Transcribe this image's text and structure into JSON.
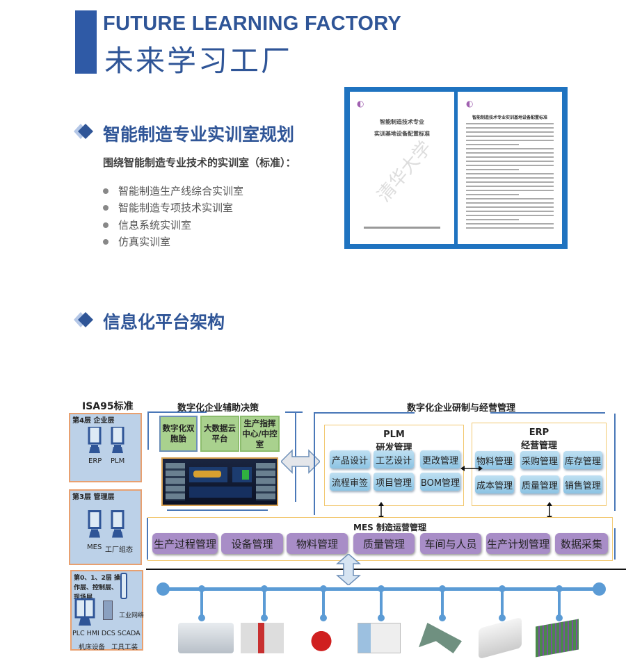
{
  "header": {
    "title_en": "FUTURE LEARNING FACTORY",
    "title_cn": "未来学习工厂"
  },
  "section1": {
    "title": "智能制造专业实训室规划",
    "subtitle": "围绕智能制造专业技术的实训室（标准）：",
    "bullets": [
      "智能制造生产线综合实训室",
      "智能制造专项技术实训室",
      "信息系统实训室",
      "仿真实训室"
    ],
    "document": {
      "cover_title": [
        "智能制造技术专业",
        "实训基地设备配置标准"
      ],
      "page2_title": "智能制造技术专业实训基地设备配置标准",
      "watermark": "清华大学"
    }
  },
  "section2": {
    "title": "信息化平台架构"
  },
  "diagram": {
    "isa_title": "ISA95标准",
    "layer4": {
      "title": "第4层  企业层",
      "items": [
        "ERP",
        "PLM"
      ]
    },
    "layer3": {
      "title": "第3层  管理层",
      "items": [
        "MES",
        "工厂组态"
      ]
    },
    "layer012": {
      "title": "第0、1、2层 操作层、控制层、现场层",
      "network": "工业网络",
      "items": "PLC HMI DCS SCADA",
      "items2": "机床设备   工具工装"
    },
    "decision": {
      "title": "数字化企业辅助决策",
      "boxes": [
        "数字化双胞胎",
        "大数据云平台",
        "生产指挥中心/中控室"
      ]
    },
    "rd": {
      "title": "数字化企业研制与经营管理"
    },
    "plm": {
      "title": "PLM",
      "subtitle": "研发管理",
      "items": [
        "产品设计",
        "工艺设计",
        "更改管理",
        "流程审签",
        "项目管理",
        "BOM管理"
      ]
    },
    "erp": {
      "title": "ERP",
      "subtitle": "经营管理",
      "items": [
        "物料管理",
        "采购管理",
        "库存管理",
        "成本管理",
        "质量管理",
        "销售管理"
      ]
    },
    "mes": {
      "title": "MES 制造运营管理",
      "items": [
        "生产过程管理",
        "设备管理",
        "物料管理",
        "质量管理",
        "车间与人员",
        "生产计划管理",
        "数据采集"
      ]
    },
    "equipment": [
      "machining-center",
      "press-brake",
      "industrial-robot",
      "cmm",
      "fixture",
      "agv",
      "plc-rack"
    ]
  },
  "colors": {
    "brand": "#2f5597",
    "layer_bg": "#bcd1e8",
    "green": "#a9d18e",
    "purple": "#a88dc7",
    "cell": "#8cc3e3",
    "bus": "#5b9bd5"
  }
}
